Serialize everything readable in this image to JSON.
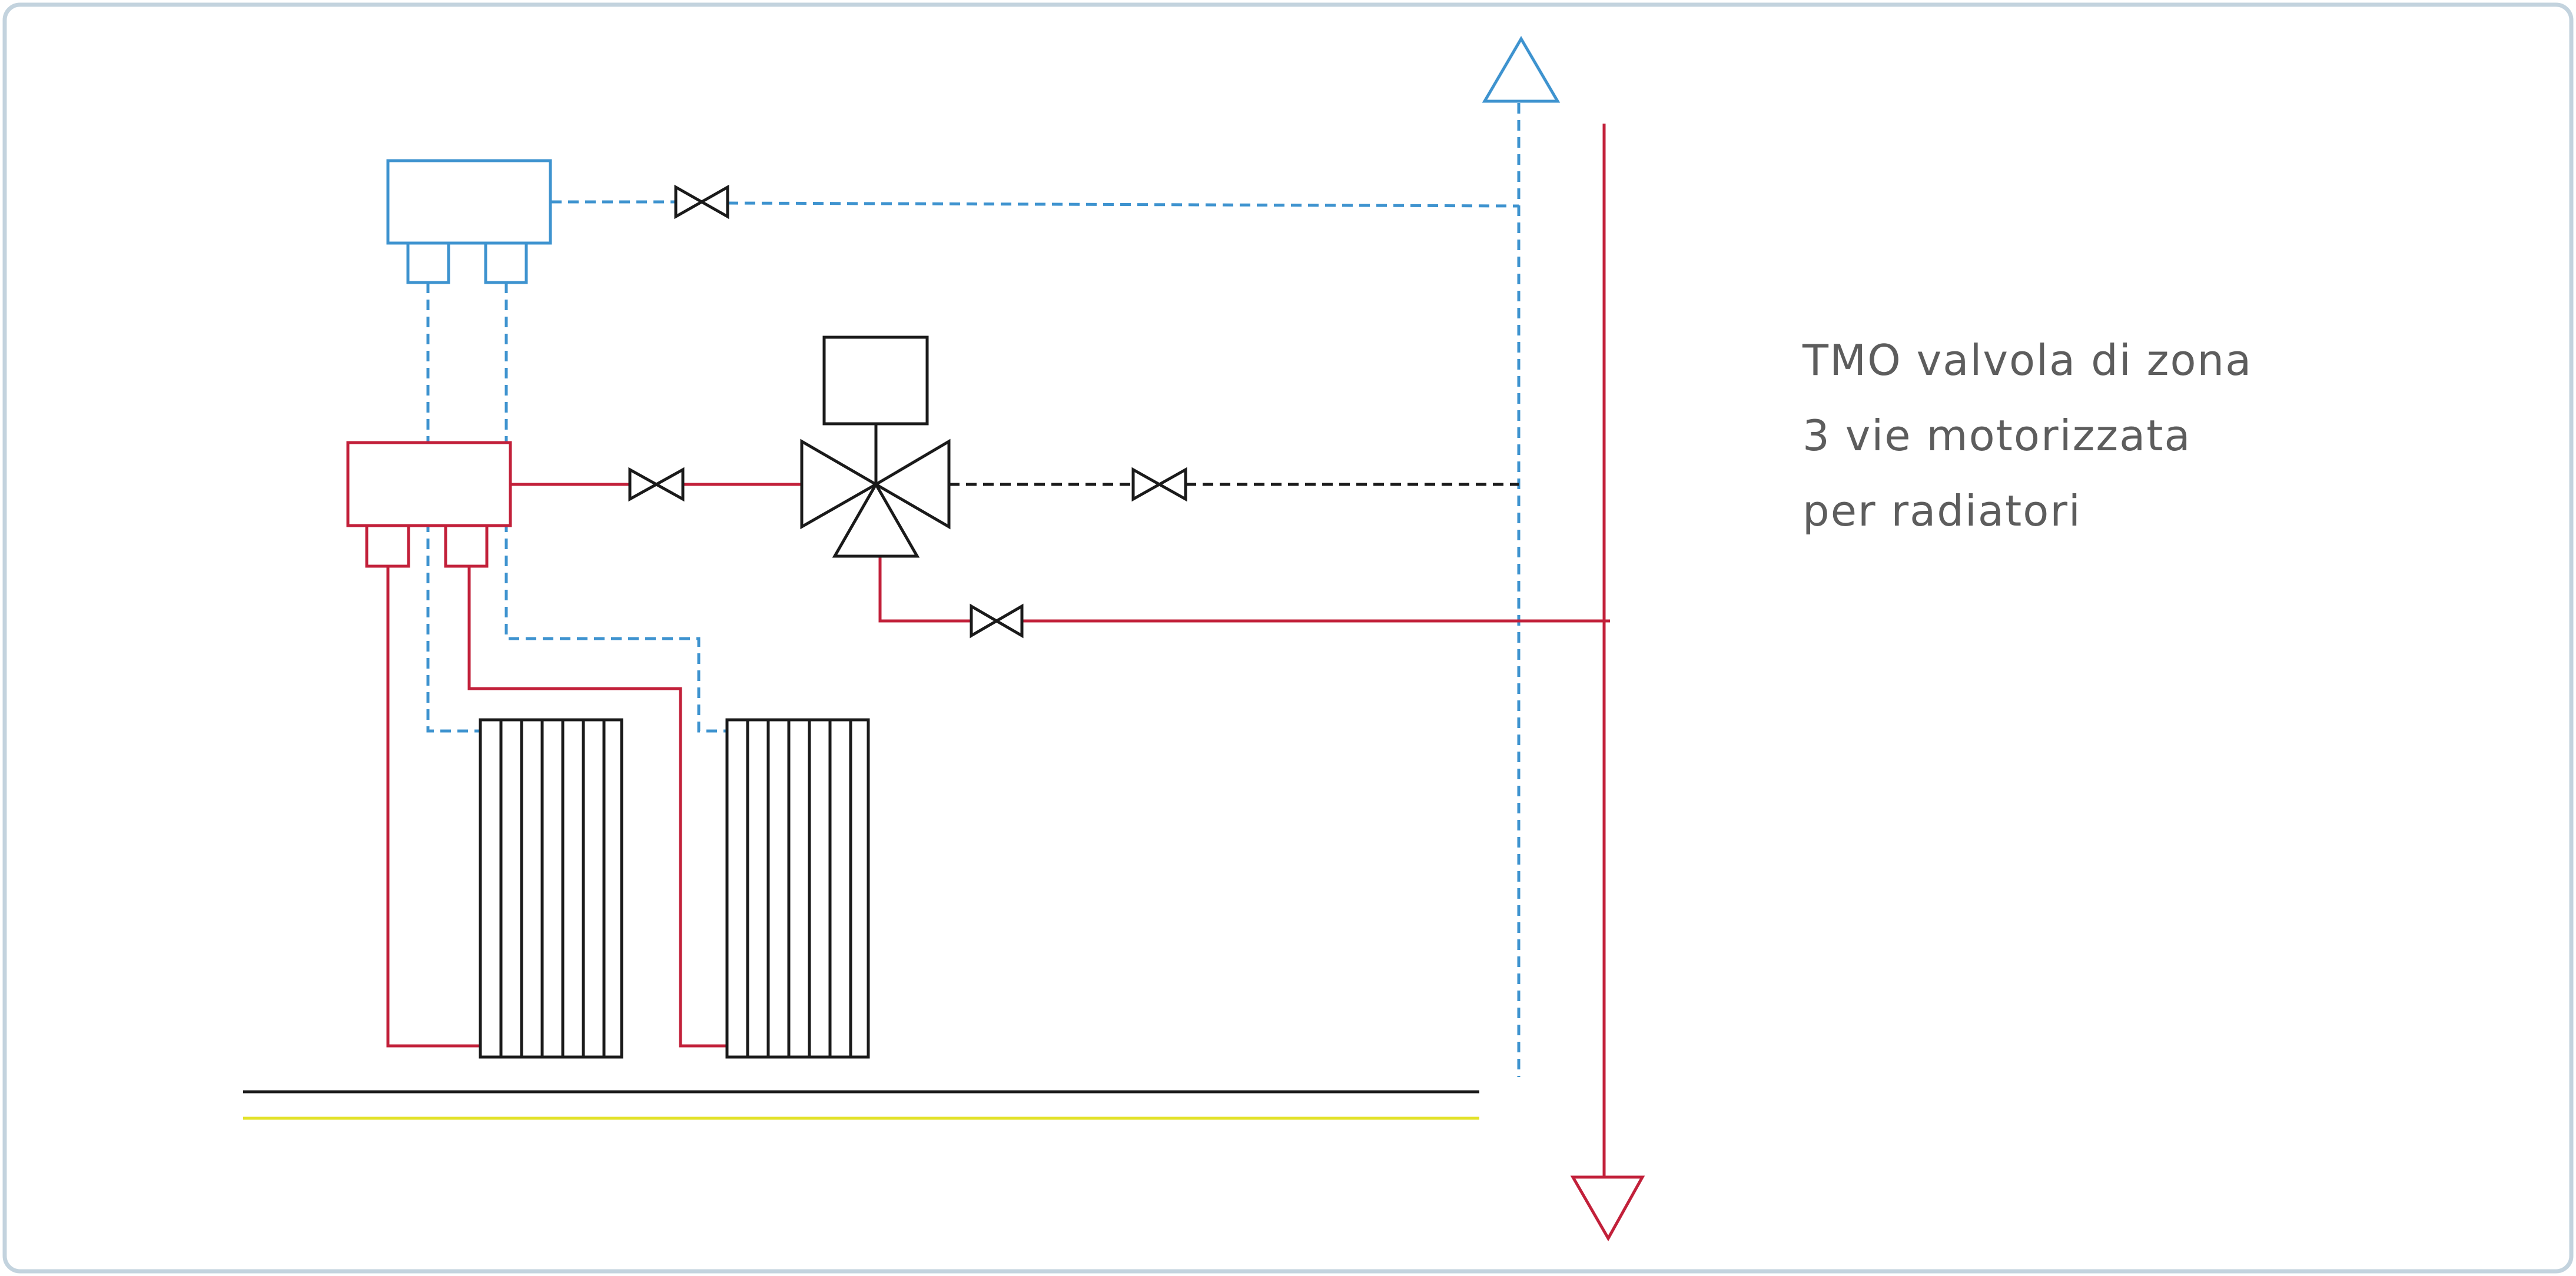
{
  "caption": {
    "line1": "TMO valvola di zona",
    "line2": "3 vie motorizzata",
    "line3": "per radiatori"
  },
  "colors": {
    "frame_border": "#c3d3de",
    "cold_line": "#3e93cf",
    "hot_line": "#c2203a",
    "control_line": "#1a1a1a",
    "floor_line": "#1a1a1a",
    "floor_finish": "#e3e22a",
    "caption_text": "#5d5d5d"
  },
  "components": {
    "supply_riser": "hot-riser-arrow-down",
    "return_riser": "cold-riser-arrow-up",
    "valve": "three-way-motorized-valve",
    "shutoff_valves": 4,
    "radiators": 2,
    "manifolds": [
      "return-manifold",
      "supply-manifold"
    ]
  }
}
